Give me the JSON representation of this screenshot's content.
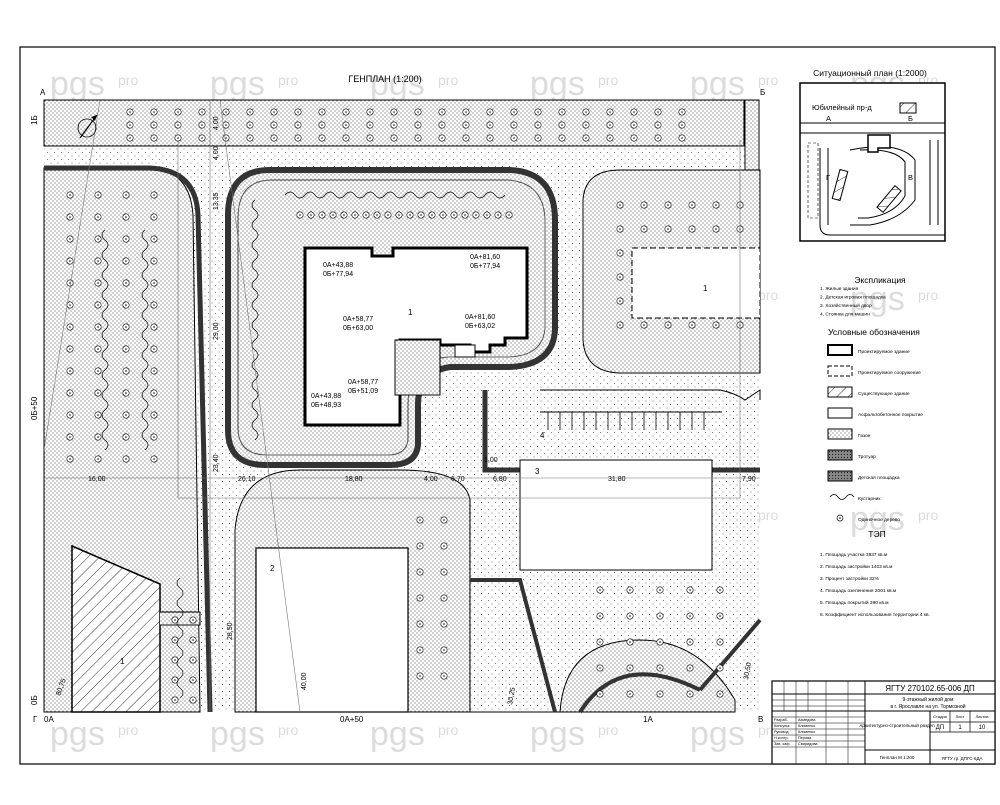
{
  "watermark": "pgs",
  "watermark_suffix": "pro",
  "genplan": {
    "title": "ГЕНПЛАН (1:200)",
    "corners": {
      "a": "А",
      "b": "Б",
      "v": "В",
      "g": "Г"
    },
    "axis_left_top": "1Б",
    "axis_left_mid": "0Б+50",
    "axis_left_bottom": "0Б",
    "axis_bottom_left": "0А",
    "axis_bottom_mid": "0А+50",
    "axis_bottom_right": "1А",
    "building_labels": {
      "main": "1",
      "top_right": "1",
      "left_bottom": "1",
      "hatch_left": "2",
      "parking": "3",
      "canopy": "4"
    },
    "coords": {
      "c1": "0А+43,88",
      "c1b": "0Б+77,94",
      "c2": "0А+81,60",
      "c2b": "0Б+77,94",
      "c3": "0А+58,77",
      "c3b": "0Б+63,00",
      "c4": "0А+81,60",
      "c4b": "0Б+63,02",
      "c5": "0А+58,77",
      "c5b": "0Б+51,09",
      "c6": "0А+43,88",
      "c6b": "0Б+48,93"
    },
    "dims": {
      "d1": "4,00",
      "d2": "13,35",
      "d3": "29,00",
      "d4": "23,40",
      "d5": "28,50",
      "d6": "40,00",
      "h1": "16,00",
      "h2": "26,10",
      "h3": "18,80",
      "h4": "4,00",
      "h5": "6,70",
      "h6": "6,80",
      "h7": "31,80",
      "h8": "7,90",
      "h9": "1,00",
      "v1": "30,50",
      "v2": "80,75",
      "v3": "30,25"
    }
  },
  "situation": {
    "title": "Ситуационный план (1:2000)",
    "street": "Юбилейный пр-д",
    "labels": {
      "a": "А",
      "b": "Б",
      "g": "Г",
      "v": "В"
    }
  },
  "explication": {
    "title": "Экспликация",
    "items": [
      "1. Жилые здания",
      "2. Детская игровая площадка",
      "3. Хозяйственный двор",
      "4. Стоянка для машин"
    ]
  },
  "legend": {
    "title": "Условные обозначения",
    "items": [
      "Проектируемое здание",
      "Проектируемое сооружение",
      "Существующее здание",
      "Асфальтобетонное покрытие",
      "Газон",
      "Тротуар",
      "Детская площадка",
      "Кустарник",
      "Одиночное дерево"
    ]
  },
  "tep": {
    "title": "ТЭП",
    "items": [
      "1. Площадь участка 3837 кв.м",
      "2. Площадь застройки 1403 кв.м",
      "3. Процент застройки 32%",
      "4. Площадь озеленения 2001 кв.м",
      "5. Площадь покрытий 390 кв.м",
      "6. Коэффициент использования территории 4 кв."
    ]
  },
  "stamp": {
    "code": "ЯГТУ 270102.65-006 ДП",
    "project": "9-этажный жилой дом",
    "location": "в г. Ярославле на ул. Тормозной",
    "sheet_title": "Архитектурно-строительный раздел",
    "drawing": "Генплан М 1:200",
    "stage": "ДП",
    "sheet": "1",
    "sheets": "10",
    "org": "ЯГТУ гр. ДПГС-6ДА",
    "stage_h": "Стадия",
    "sheet_h": "Лист",
    "sheets_h": "Листов",
    "rows": [
      "Разраб.",
      "Консульт.",
      "Руковод.",
      "Н.контр.",
      "Зав. каф."
    ],
    "names": [
      "Ахмедова",
      "Клименко",
      "Клименко",
      "Перова",
      "Свиридова"
    ]
  }
}
